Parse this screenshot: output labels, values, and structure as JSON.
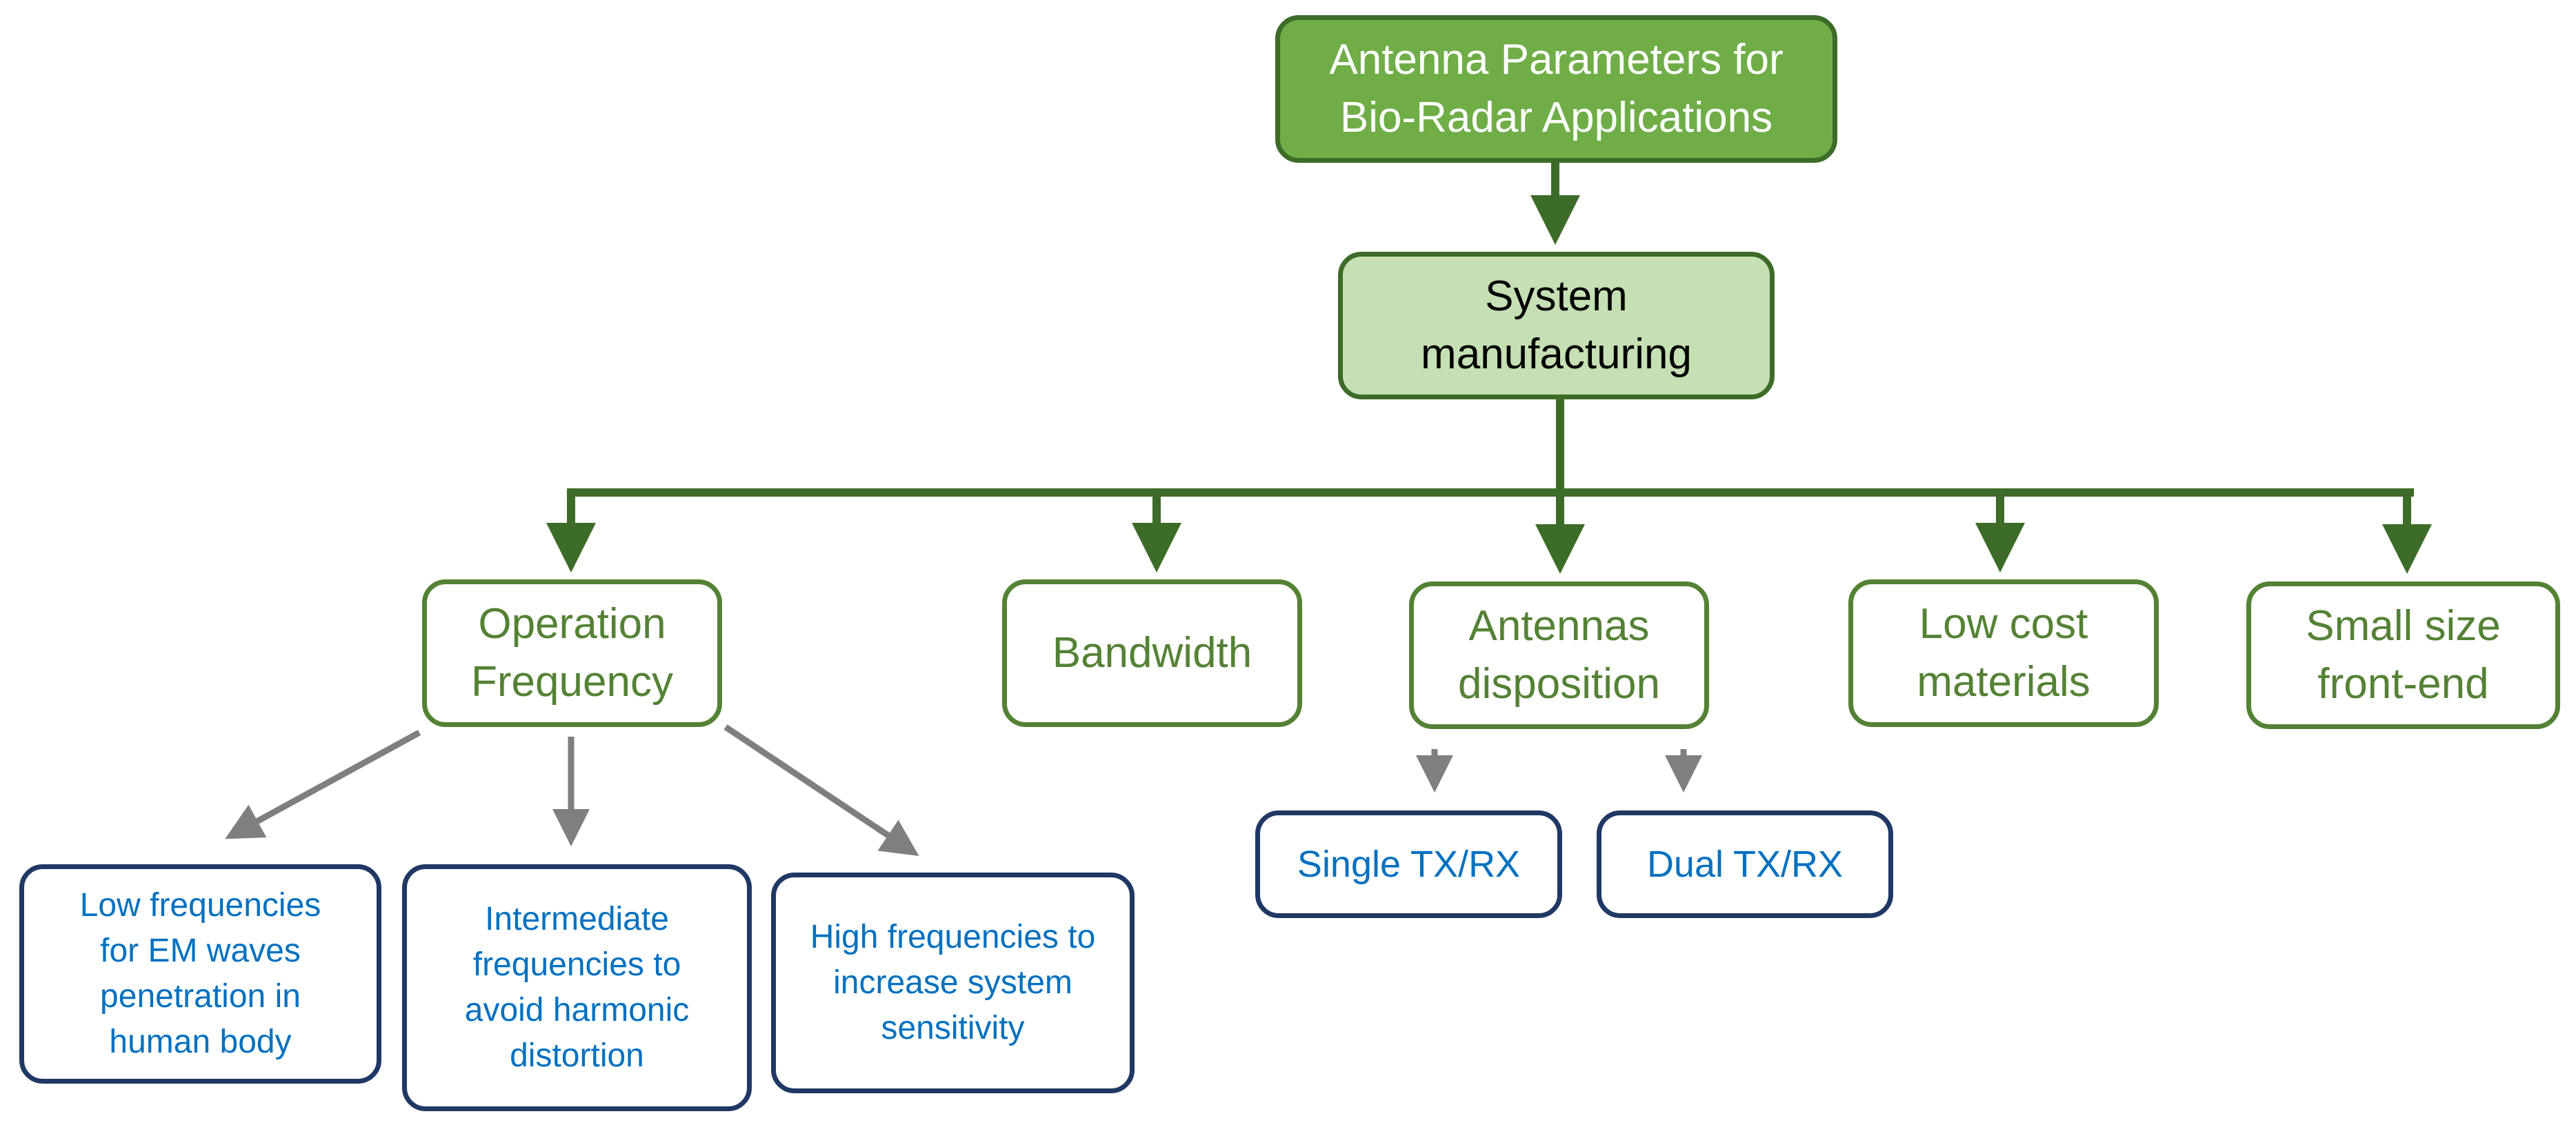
{
  "colors": {
    "root_fill": "#70ad47",
    "dark_green": "#3d6b28",
    "light_green_fill": "#c5e0b4",
    "category_text": "#548235",
    "leaf_border": "#1f3864",
    "leaf_text": "#0070c0",
    "grey_arrow": "#7f7f7f"
  },
  "root": {
    "label": "Antenna Parameters for\nBio-Radar Applications"
  },
  "level1": {
    "label": "System\nmanufacturing"
  },
  "categories": [
    {
      "label": "Operation\nFrequency"
    },
    {
      "label": "Bandwidth"
    },
    {
      "label": "Antennas\ndisposition"
    },
    {
      "label": "Low cost\nmaterials"
    },
    {
      "label": "Small size\nfront-end"
    }
  ],
  "frequency_leaves": [
    {
      "label": "Low frequencies\nfor EM waves\npenetration in\nhuman body"
    },
    {
      "label": "Intermediate\nfrequencies to\navoid harmonic\ndistortion"
    },
    {
      "label": "High frequencies to\nincrease system\nsensitivity"
    }
  ],
  "disposition_leaves": [
    {
      "label": "Single TX/RX"
    },
    {
      "label": "Dual TX/RX"
    }
  ]
}
